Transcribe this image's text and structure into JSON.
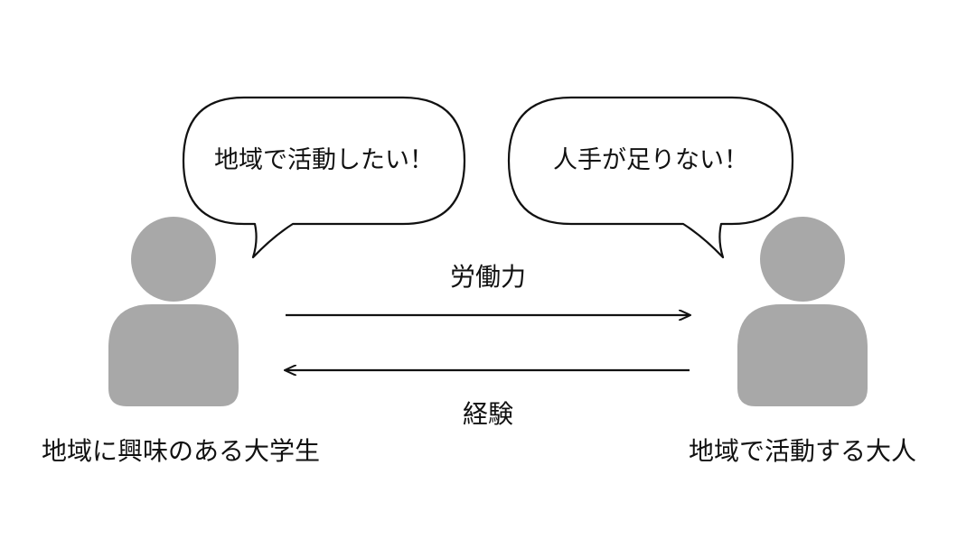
{
  "left_person": {
    "caption": "地域に興味のある大学生",
    "speech": "地域で活動したい！"
  },
  "right_person": {
    "caption": "地域で活動する大人",
    "speech": "人手が足りない！"
  },
  "arrows": {
    "to_right_label": "労働力",
    "to_left_label": "経験"
  },
  "colors": {
    "person_fill": "#a8a8a8",
    "stroke": "#111111",
    "background": "#ffffff"
  }
}
